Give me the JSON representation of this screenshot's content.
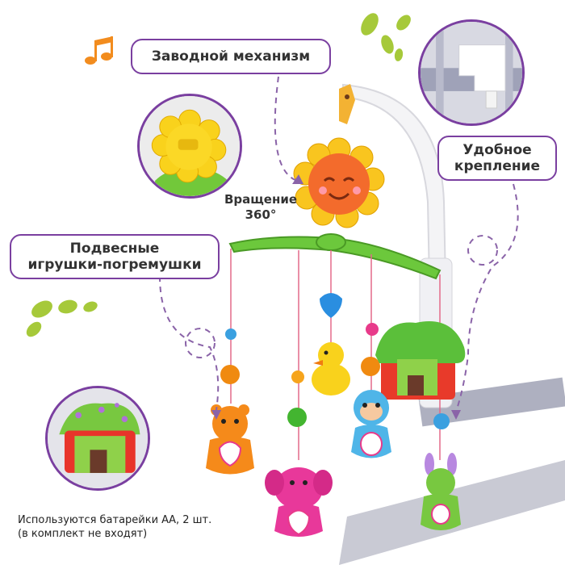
{
  "labels": {
    "winding": "Заводной механизм",
    "mount_line1": "Удобное",
    "mount_line2": "крепление",
    "toys_line1": "Подвесные",
    "toys_line2": "игрушки-погремушки",
    "rotation_line1": "Вращение",
    "rotation_line2": "360°"
  },
  "footnote": {
    "line1": "Используются батарейки АА, 2 шт.",
    "line2": "(в комплект не входят)"
  },
  "colors": {
    "accent": "#7a3fa0",
    "leaf": "#a6c93a",
    "note_icon": "#f28c1e"
  }
}
